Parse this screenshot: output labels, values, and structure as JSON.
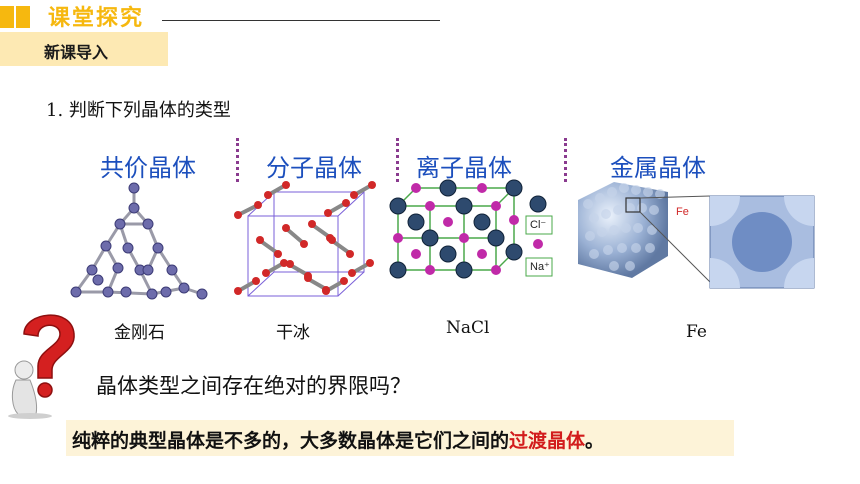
{
  "header": {
    "title": "课堂探究",
    "tag": "新课导入"
  },
  "question1": "1. 判断下列晶体的类型",
  "categories": [
    {
      "label": "共价晶体",
      "example": "金刚石"
    },
    {
      "label": "分子晶体",
      "example": "干冰"
    },
    {
      "label": "离子晶体",
      "example": "NaCl"
    },
    {
      "label": "金属晶体",
      "example": "Fe"
    }
  ],
  "nacl_legend": {
    "cl": "Cl⁻",
    "na": "Na⁺"
  },
  "fe_inset_label": "Fe",
  "question2": "晶体类型之间存在绝对的界限吗？",
  "answer": {
    "before": "纯粹的典型晶体是不多的，大多数晶体是它们之间的",
    "highlight": "过渡晶体",
    "after": "。"
  },
  "colors": {
    "accent": "#f6b80f",
    "category": "#1c4fbd",
    "highlight": "#d21c1c",
    "divider": "#8a3b8f"
  }
}
